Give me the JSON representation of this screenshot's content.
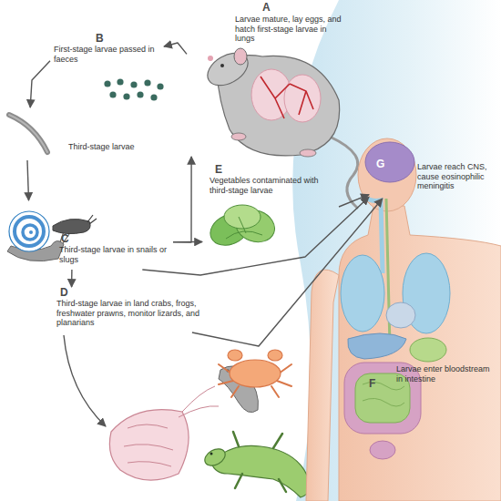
{
  "diagram": {
    "nodes": [
      {
        "text": [
          "A",
          "Larvae mature, lay eggs, and hatch first-stage larvae in lungs"
        ]
      },
      {
        "text": [
          "B",
          "First-stage larvae passed in faeces"
        ]
      },
      {
        "text": [
          "Third-stage larvae"
        ]
      },
      {
        "text": [
          "C",
          "Third-stage larvae in snails or slugs"
        ]
      },
      {
        "text": [
          "D",
          "Third-stage larvae in land crabs, frogs, freshwater prawns, monitor lizards, and planarians"
        ]
      },
      {
        "text": [
          "E",
          "Vegetables contaminated with third-stage larvae"
        ]
      },
      {
        "text": [
          "G",
          "Larvae reach CNS, cause eosinophilic meningitis"
        ]
      },
      {
        "text": [
          "F",
          "Larvae enter bloodstream in intestine"
        ]
      }
    ],
    "edges": [
      {
        "from": 0,
        "to": 1,
        "arrow": "to"
      },
      {
        "from": 1,
        "to": 2,
        "arrow": "to"
      },
      {
        "from": 2,
        "to": 3,
        "arrow": "to"
      },
      {
        "from": 3,
        "to": 0,
        "arrow": "to"
      },
      {
        "from": 3,
        "to": 5,
        "arrow": "to"
      },
      {
        "from": 3,
        "to": 6,
        "arrow": "to"
      },
      {
        "from": 3,
        "to": 4,
        "arrow": "to"
      },
      {
        "from": 5,
        "to": 6,
        "arrow": "to"
      },
      {
        "from": 4,
        "to": 6,
        "arrow": "to"
      }
    ]
  }
}
